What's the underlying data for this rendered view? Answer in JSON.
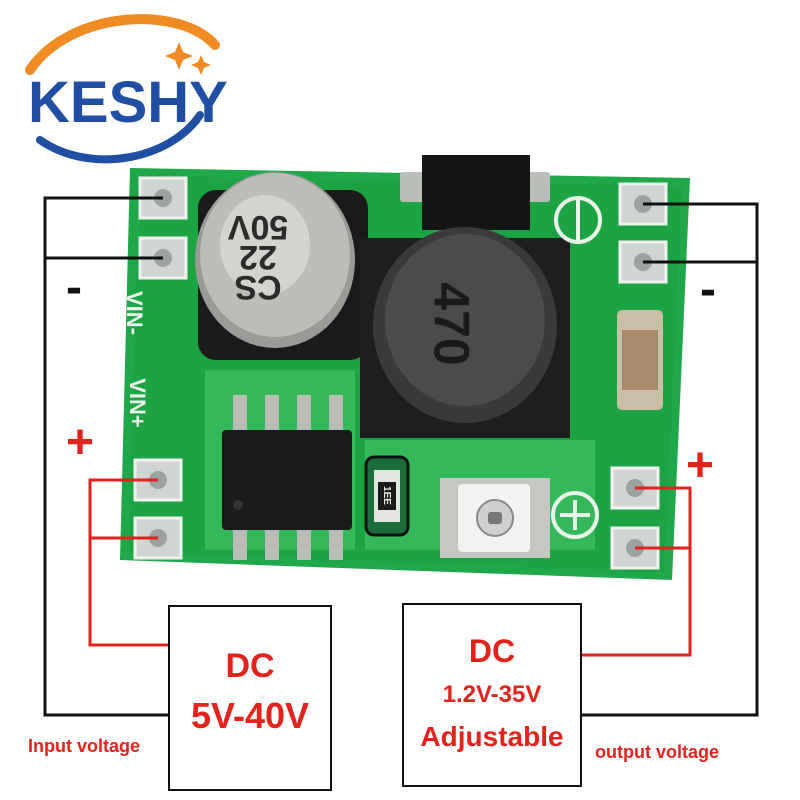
{
  "brand": {
    "logo_text": "KESHY",
    "colors": {
      "orange": "#f08a22",
      "blue": "#1f4ea3"
    }
  },
  "board": {
    "capacitor": {
      "line1": "CS",
      "line2": "22",
      "line3": "50V"
    },
    "inductor": {
      "text": "470"
    },
    "silkscreen": {
      "vin_minus": "VIN-",
      "vin_plus": "VIN+"
    },
    "resistor": {
      "text": "1EE"
    }
  },
  "wiring": {
    "input_minus_symbol": "-",
    "input_plus_symbol": "+",
    "output_minus_symbol": "-",
    "output_plus_symbol": "+",
    "colors": {
      "negative": "#111111",
      "positive": "#e3221c"
    }
  },
  "input_box": {
    "line1": "DC",
    "line2": "5V-40V"
  },
  "output_box": {
    "line1": "DC",
    "line2": "1.2V-35V",
    "line3": "Adjustable"
  },
  "captions": {
    "input": "Input voltage",
    "output": "output voltage"
  }
}
